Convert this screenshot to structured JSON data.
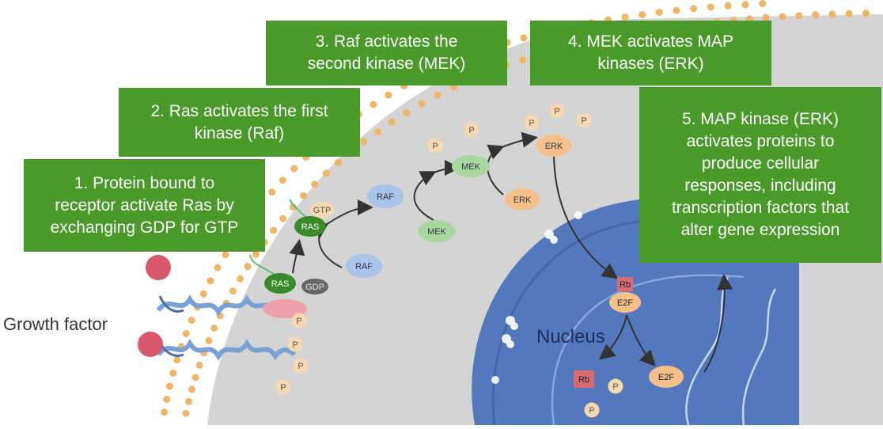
{
  "steps": [
    "1. Protein bound to\nreceptor activate Ras by\nexchanging GDP for GTP",
    "2. Ras activates the first\nkinase (Raf)",
    "3. Raf activates the\nsecond kinase (MEK)",
    "4. MEK activates MAP\nkinases (ERK)",
    "5. MAP kinase (ERK)\nactivates proteins to\nproduce cellular\nresponses, including\ntranscription factors that\nalter gene expression"
  ],
  "growth_factor_label": "Growth factor",
  "nucleus_label": "Nucleus",
  "molecules": {
    "ras": "RAS",
    "gtp": "GTP",
    "gdp": "GDP",
    "raf": "RAF",
    "mek": "MEK",
    "erk": "ERK",
    "p": "P",
    "rb": "Rb",
    "e2f": "E2F"
  },
  "colors": {
    "box_green": "#4a9a2a",
    "cytoplasm": "#d4d4d4",
    "nucleus": "#5478bd",
    "membrane": "#f0b667",
    "ras": "#3a8a2a",
    "raf": "#a8c4e8",
    "mek": "#a8d8a0",
    "erk": "#f5c08a",
    "phosphate": "#f8d8b0",
    "rb": "#d86a72",
    "growth_factor": "#d8586a"
  }
}
